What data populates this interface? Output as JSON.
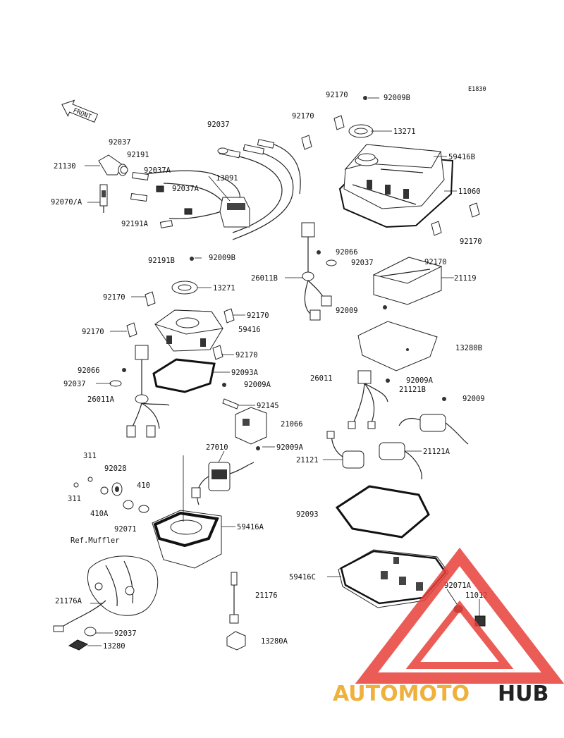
{
  "diagram_code": "E1830",
  "front_label": "FRONT",
  "ref_label": "Ref.Muffler",
  "labels": {
    "l92170_top": "92170",
    "l92009B_top": "92009B",
    "l92170_b": "92170",
    "l13271_top": "13271",
    "l59416B": "59416B",
    "l11060": "11060",
    "l92170_r": "92170",
    "l92037_top": "92037",
    "l92037_left": "92037",
    "l92191": "92191",
    "l21130": "21130",
    "l92037A_1": "92037A",
    "l92037A_2": "92037A",
    "l13091": "13091",
    "l92070A": "92070/A",
    "l92191A": "92191A",
    "l92066_mid": "92066",
    "l92037_mid": "92037",
    "l92170_mid": "92170",
    "l26011B": "26011B",
    "l21119": "21119",
    "l92009_mid": "92009",
    "l92191B": "92191B",
    "l92009B_mid": "92009B",
    "l13271_mid": "13271",
    "l92170_l1": "92170",
    "l92170_c1": "92170",
    "l59416": "59416",
    "l92170_l2": "92170",
    "l92170_c2": "92170",
    "l13280B": "13280B",
    "l92066_left": "92066",
    "l92093A": "92093A",
    "l92037_left2": "92037",
    "l92009A_mid": "92009A",
    "l26011": "26011",
    "l92009A_r": "92009A",
    "l21121B": "21121B",
    "l26011A": "26011A",
    "l92145": "92145",
    "l92009_r": "92009",
    "l21066": "21066",
    "l27010": "27010",
    "l92009A_low": "92009A",
    "l21121A": "21121A",
    "l311_top": "311",
    "l21121": "21121",
    "l92028": "92028",
    "l410": "410",
    "l311_low": "311",
    "l410A": "410A",
    "l92093": "92093",
    "l92071": "92071",
    "l59416A": "59416A",
    "l59416C": "59416C",
    "l92071A": "92071A",
    "l11012": "11012",
    "l21176A": "21176A",
    "l21176": "21176",
    "l92037_bot": "92037",
    "l13280": "13280",
    "l13280A": "13280A"
  },
  "watermark": {
    "part1": "AUTOMOTO",
    "part2": "HUB",
    "color_primary": "#f0b03c",
    "color_secondary": "#222222",
    "triangle_color": "#e8403a"
  }
}
